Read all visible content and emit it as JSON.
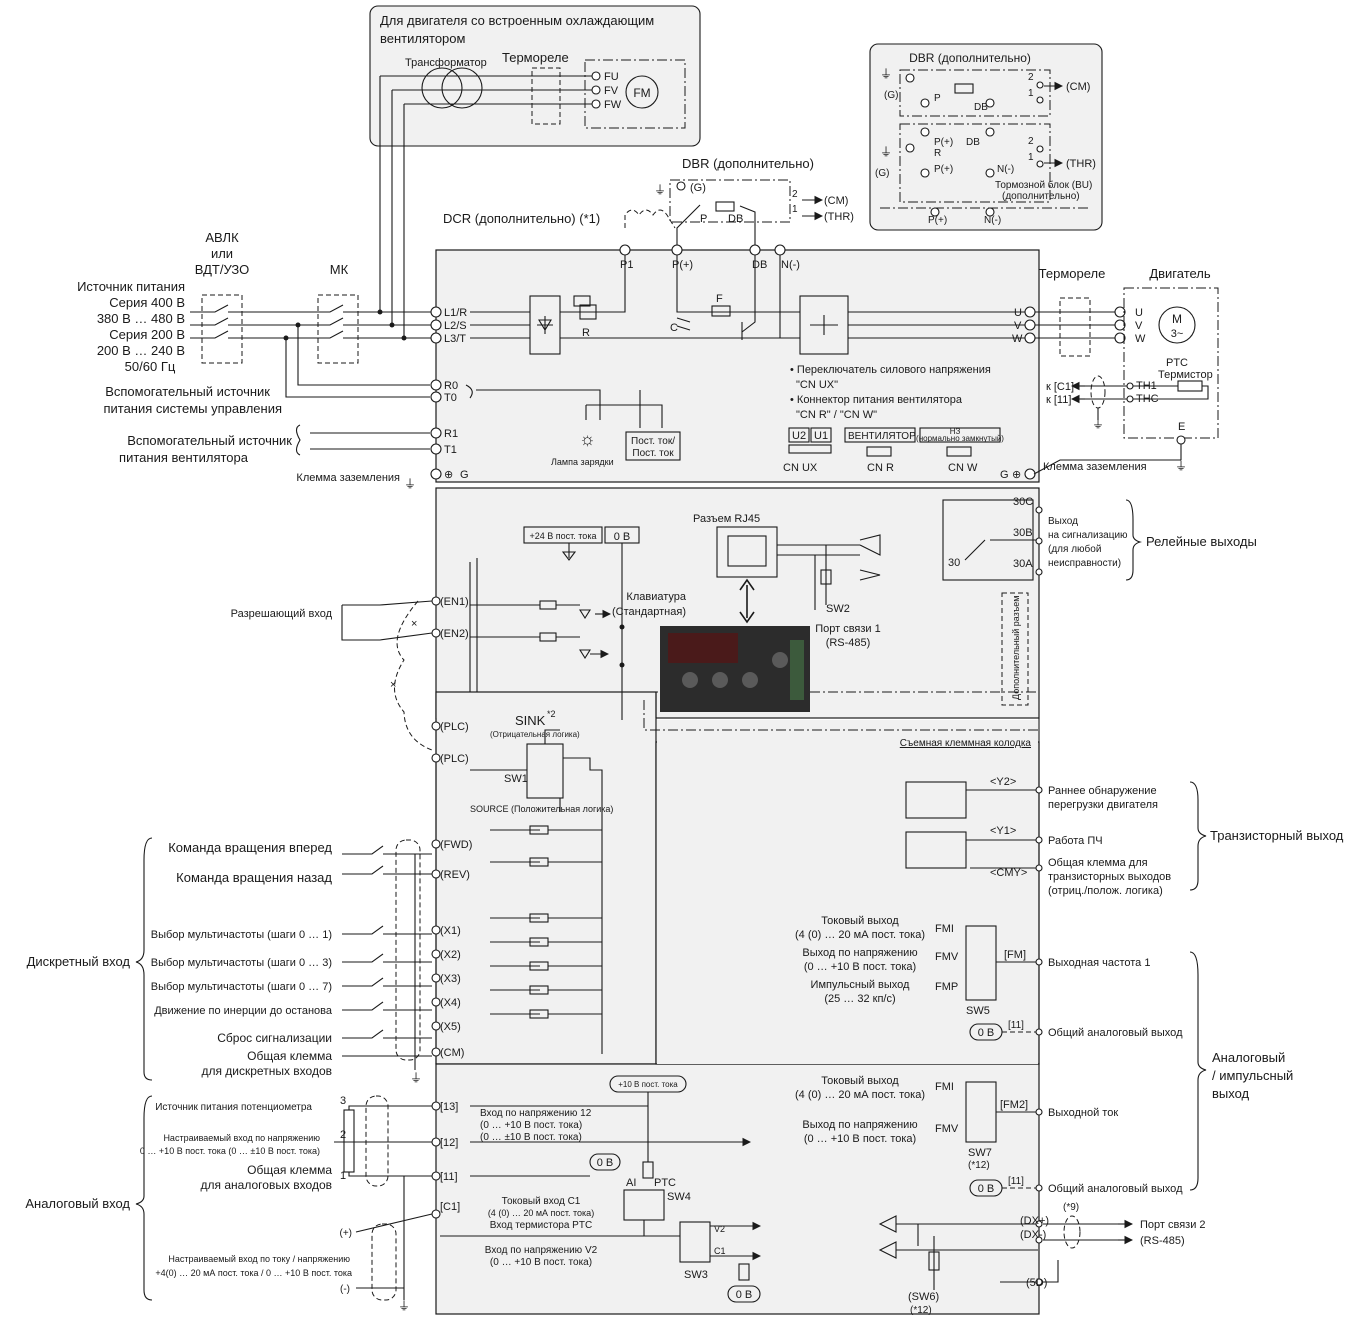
{
  "fan_motor_box": {
    "title_l1": "Для двигателя со встроенным охлаждающим",
    "title_l2": "вентилятором",
    "transformer": "Трансформатор",
    "thermal_relay": "Термореле",
    "terms": [
      "FU",
      "FV",
      "FW"
    ],
    "motor": "FM"
  },
  "dbr_top_right": {
    "title": "DBR (дополнительно)",
    "g": "(G)",
    "p": "P",
    "db": "DB",
    "pr_p": "P(+)",
    "pr_r": "R",
    "p_plus": "P(+)",
    "n_minus": "N(-)",
    "cm": "(CM)",
    "thr": "(THR)",
    "n1": "2",
    "n2": "1",
    "n3": "2",
    "n4": "1",
    "brake_l1": "Тормозной блок (BU)",
    "brake_l2": "(дополнительно)",
    "bottom_p": "P(+)",
    "bottom_n": "N(-)",
    "db2": "DB"
  },
  "dbr_mid": {
    "title": "DBR (дополнительно)",
    "g": "(G)",
    "p": "P",
    "db": "DB",
    "cm": "(CM)",
    "thr": "(THR)",
    "n2": "2",
    "n1": "1"
  },
  "dcr_label": "DCR (дополнительно) (*1)",
  "main_terms": {
    "p1": "P1",
    "pplus": "P(+)",
    "db": "DB",
    "nminus": "N(-)",
    "l1": "L1/R",
    "l2": "L2/S",
    "l3": "L3/T",
    "r0": "R0",
    "t0": "T0",
    "r1": "R1",
    "t1": "T1",
    "g": "G",
    "u": "U",
    "v": "V",
    "w": "W",
    "g_right": "G",
    "r_label": "R",
    "f_label": "F",
    "c_label": "C"
  },
  "left_labels": {
    "avlk": "АВЛК",
    "or": "или",
    "vdt": "ВДТ/УЗО",
    "mk": "МК",
    "src1": "Источник питания",
    "src2": "Серия 400 В",
    "src3": "380 В … 480 В",
    "src4": "Серия 200 В",
    "src5": "200 В … 240 В",
    "src6": "50/60 Гц",
    "aux1": "Вспомогательный источник",
    "aux2": "питания системы управления",
    "fan1": "Вспомогательный источник",
    "fan2": "питания вентилятора",
    "ground": "Клемма заземления"
  },
  "inner_upper": {
    "switch1": "• Переключатель силового напряжения",
    "switch2": "\"CN UX\"",
    "conn1": "• Коннектор питания вентилятора",
    "conn2": "\"CN R\" / \"CN W\"",
    "u2": "U2",
    "u1": "U1",
    "cn_ux": "CN UX",
    "fan": "ВЕНТИЛЯТОР",
    "cn_r": "CN R",
    "nc1": "НЗ",
    "nc2": "(нормально замкнутый)",
    "cn_w": "CN W",
    "lamp": "Лампа зарядки",
    "dc1": "Пост. ток/",
    "dc2": "Пост. ток"
  },
  "right_motor": {
    "thermal_relay": "Термореле",
    "motor": "Двигатель",
    "m": "M",
    "phase": "3~",
    "u": "U",
    "v": "V",
    "w": "W",
    "ptc": "PTC",
    "thermistor": "Термистор",
    "th1": "TH1",
    "thc": "THC",
    "to_c1": "к [C1]",
    "to_11": "к [11]",
    "e": "E",
    "ground": "Клемма заземления"
  },
  "control_upper": {
    "v24": "+24 В пост. тока",
    "v0": "0 В",
    "rj45": "Разъем RJ45",
    "keypad1": "Клавиатура",
    "keypad2": "(Стандартная)",
    "sw2": "SW2",
    "port1_1": "Порт связи 1",
    "port1_2": "(RS-485)",
    "enable": "Разрешающий вход",
    "en1": "(EN1)",
    "en2": "(EN2)",
    "c30": "30C",
    "b30": "30B",
    "a30": "30A",
    "n30": "30",
    "alarm1": "Выход",
    "alarm2": "на сигнализацию",
    "alarm3": "(для любой",
    "alarm4": "неисправности)",
    "relay": "Релейные выходы",
    "option": "Дополнительный разъем",
    "removable": "Съемная клеммная колодка"
  },
  "digital_inputs": {
    "sink": "SINK",
    "sink_sup": "*2",
    "sink_sub": "(Отрицательная логика)",
    "source": "SOURCE (Положительная логика)",
    "sw1": "SW1",
    "plc1": "(PLC)",
    "plc2": "(PLC)",
    "fwd": "(FWD)",
    "rev": "(REV)",
    "x1": "(X1)",
    "x2": "(X2)",
    "x3": "(X3)",
    "x4": "(X4)",
    "x5": "(X5)",
    "cm": "(CM)",
    "l_fwd": "Команда вращения вперед",
    "l_rev": "Команда вращения назад",
    "l_x1": "Выбор мультичастоты (шаги 0 … 1)",
    "l_x2": "Выбор мультичастоты (шаги 0 … 3)",
    "l_x3": "Выбор мультичастоты (шаги 0 … 7)",
    "l_x4": "Движение по инерции до останова",
    "l_x5": "Сброс сигнализации",
    "l_cm1": "Общая клемма",
    "l_cm2": "для дискретных входов",
    "group": "Дискретный вход"
  },
  "analog_inputs": {
    "pot": "Источник питания потенциометра",
    "adj1": "Настраиваемый вход по напряжению",
    "adj2": "0 … +10 В пост. тока (0 … ±10 В пост. тока)",
    "com1": "Общая клемма",
    "com2": "для аналоговых входов",
    "t13": "[13]",
    "t12": "[12]",
    "t11": "[11]",
    "c1": "[C1]",
    "n3": "3",
    "n2": "2",
    "n1": "1",
    "vin12_1": "Вход по напряжению 12",
    "vin12_2": "(0 … +10 В пост. тока)",
    "vin12_3": "(0 … ±10 В пост. тока)",
    "v10": "+10 В пост. тока",
    "v0": "0 В",
    "ai": "AI",
    "ptc": "PTC",
    "sw4": "SW4",
    "c1in1": "Токовый вход C1",
    "c1in2": "(4 (0) … 20 мА пост. тока)",
    "c1in3": "Вход термистора PTC",
    "v2in1": "Вход по напряжению V2",
    "v2in2": "(0 … +10 В пост. тока)",
    "v2": "V2",
    "c1b": "C1",
    "sw3": "SW3",
    "v0b": "0 В",
    "plus": "(+)",
    "minus": "(-)",
    "cur1": "Настраиваемый вход по току / напряжению",
    "cur2": "+4(0) … 20 мА пост. тока / 0 … +10 В пост. тока",
    "group": "Аналоговый вход"
  },
  "transistor_outputs": {
    "y2": "<Y2>",
    "y1": "<Y1>",
    "cmy": "<CMY>",
    "l_y2_1": "Раннее обнаружение",
    "l_y2_2": "перегрузки двигателя",
    "l_y1": "Работа ПЧ",
    "l_cmy1": "Общая клемма для",
    "l_cmy2": "транзисторных выходов",
    "l_cmy3": "(отриц./полож. логика)",
    "group": "Транзисторный выход"
  },
  "analog_outputs": {
    "cur1": "Токовый выход",
    "cur2": "(4 (0) … 20 мА пост. тока)",
    "volt1": "Выход по напряжению",
    "volt2": "(0 … +10 В пост. тока)",
    "pulse1": "Импульсный выход",
    "pulse2": "(25 … 32 кп/с)",
    "fmi": "FMI",
    "fmv": "FMV",
    "fmp": "FMP",
    "fm": "[FM]",
    "sw5": "SW5",
    "freq": "Выходная частота 1",
    "v0": "0 В",
    "t11": "[11]",
    "common": "Общий аналоговый выход",
    "cur1b": "Токовый выход",
    "cur2b": "(4 (0) … 20 мА пост. тока)",
    "volt1b": "Выход по напряжению",
    "volt2b": "(0 … +10 В пост. тока)",
    "fmib": "FMI",
    "fmvb": "FMV",
    "fm2": "[FM2]",
    "sw7": "SW7",
    "sw7n": "(*12)",
    "current": "Выходной ток",
    "v0b": "0 В",
    "t11b": "[11]",
    "commonb": "Общий аналоговый выход",
    "group1": "Аналоговый",
    "group2": "/ импульсный",
    "group3": "выход"
  },
  "rs485_2": {
    "dxp": "(DX+)",
    "dxm": "(DX-)",
    "sd": "(5D)",
    "n9": "(*9)",
    "port1": "Порт связи 2",
    "port2": "(RS-485)",
    "sw6": "(SW6)",
    "sw6n": "(*12)"
  }
}
